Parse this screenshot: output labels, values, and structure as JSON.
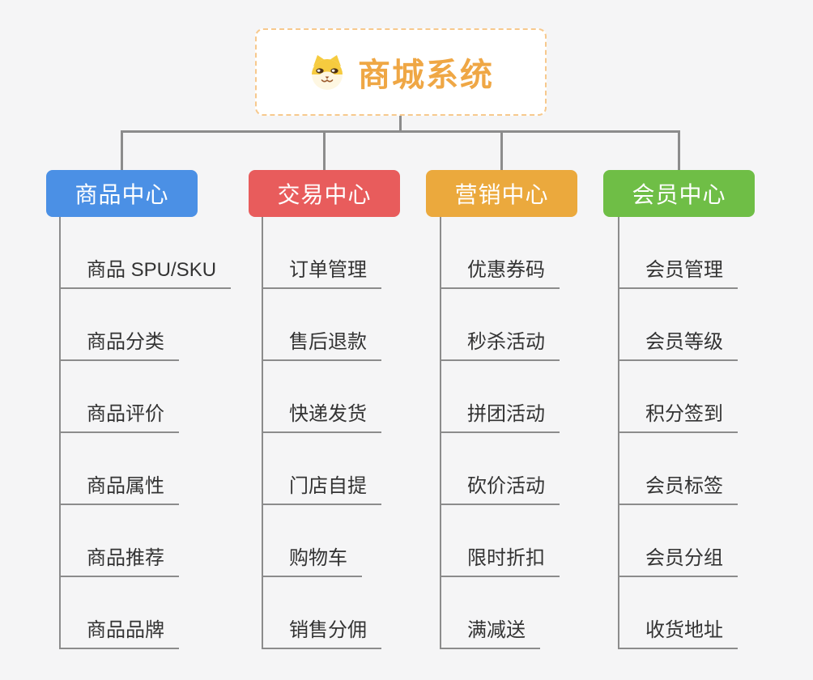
{
  "root": {
    "title": "商城系统",
    "icon": "shiba-dog-icon"
  },
  "palette": {
    "background": "#f5f5f6",
    "connector_gray": "#8c8c8c",
    "root_text_orange": "#efa745",
    "root_border_orange": "#f7c98d",
    "header_text": "#ffffff",
    "leaf_text": "#333333"
  },
  "branches": [
    {
      "label": "商品中心",
      "color": "#4b90e5",
      "items": [
        "商品 SPU/SKU",
        "商品分类",
        "商品评价",
        "商品属性",
        "商品推荐",
        "商品品牌"
      ]
    },
    {
      "label": "交易中心",
      "color": "#e85c5c",
      "items": [
        "订单管理",
        "售后退款",
        "快递发货",
        "门店自提",
        "购物车",
        "销售分佣"
      ]
    },
    {
      "label": "营销中心",
      "color": "#eba93d",
      "items": [
        "优惠券码",
        "秒杀活动",
        "拼团活动",
        "砍价活动",
        "限时折扣",
        "满减送"
      ]
    },
    {
      "label": "会员中心",
      "color": "#6fbe46",
      "items": [
        "会员管理",
        "会员等级",
        "积分签到",
        "会员标签",
        "会员分组",
        "收货地址"
      ]
    }
  ]
}
